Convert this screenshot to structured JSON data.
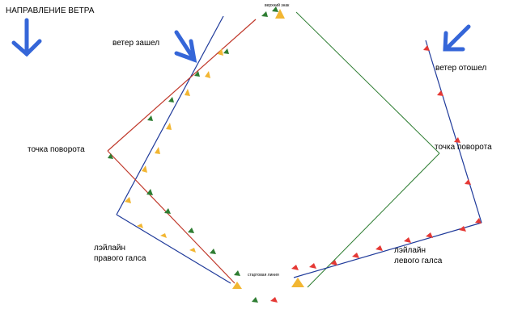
{
  "labels": {
    "wind_direction": "НАПРАВЛЕНИЕ ВЕТРА",
    "wind_shifted_left": "ветер зашел",
    "wind_shifted_right": "ветер отошел",
    "turn_point_left": "точка поворота",
    "turn_point_right": "точка поворота",
    "layline_starboard_line1": "лэйлайн",
    "layline_starboard_line2": "правого галса",
    "layline_port_line1": "лэйлайн",
    "layline_port_line2": "левого галса",
    "top_mark": "верхний знак",
    "start_line": "стартовая линия"
  },
  "colors": {
    "wind_arrow": "#3566d8",
    "blue_line": "#1f3a9a",
    "red_line": "#c0392b",
    "green_line": "#2e7d32",
    "yellow_marker": "#f2b632",
    "red_marker": "#e53935",
    "green_marker": "#2e7d32"
  },
  "icons": {
    "wind_arrow": "down-arrow-icon",
    "marker": "triangle-marker-icon"
  }
}
